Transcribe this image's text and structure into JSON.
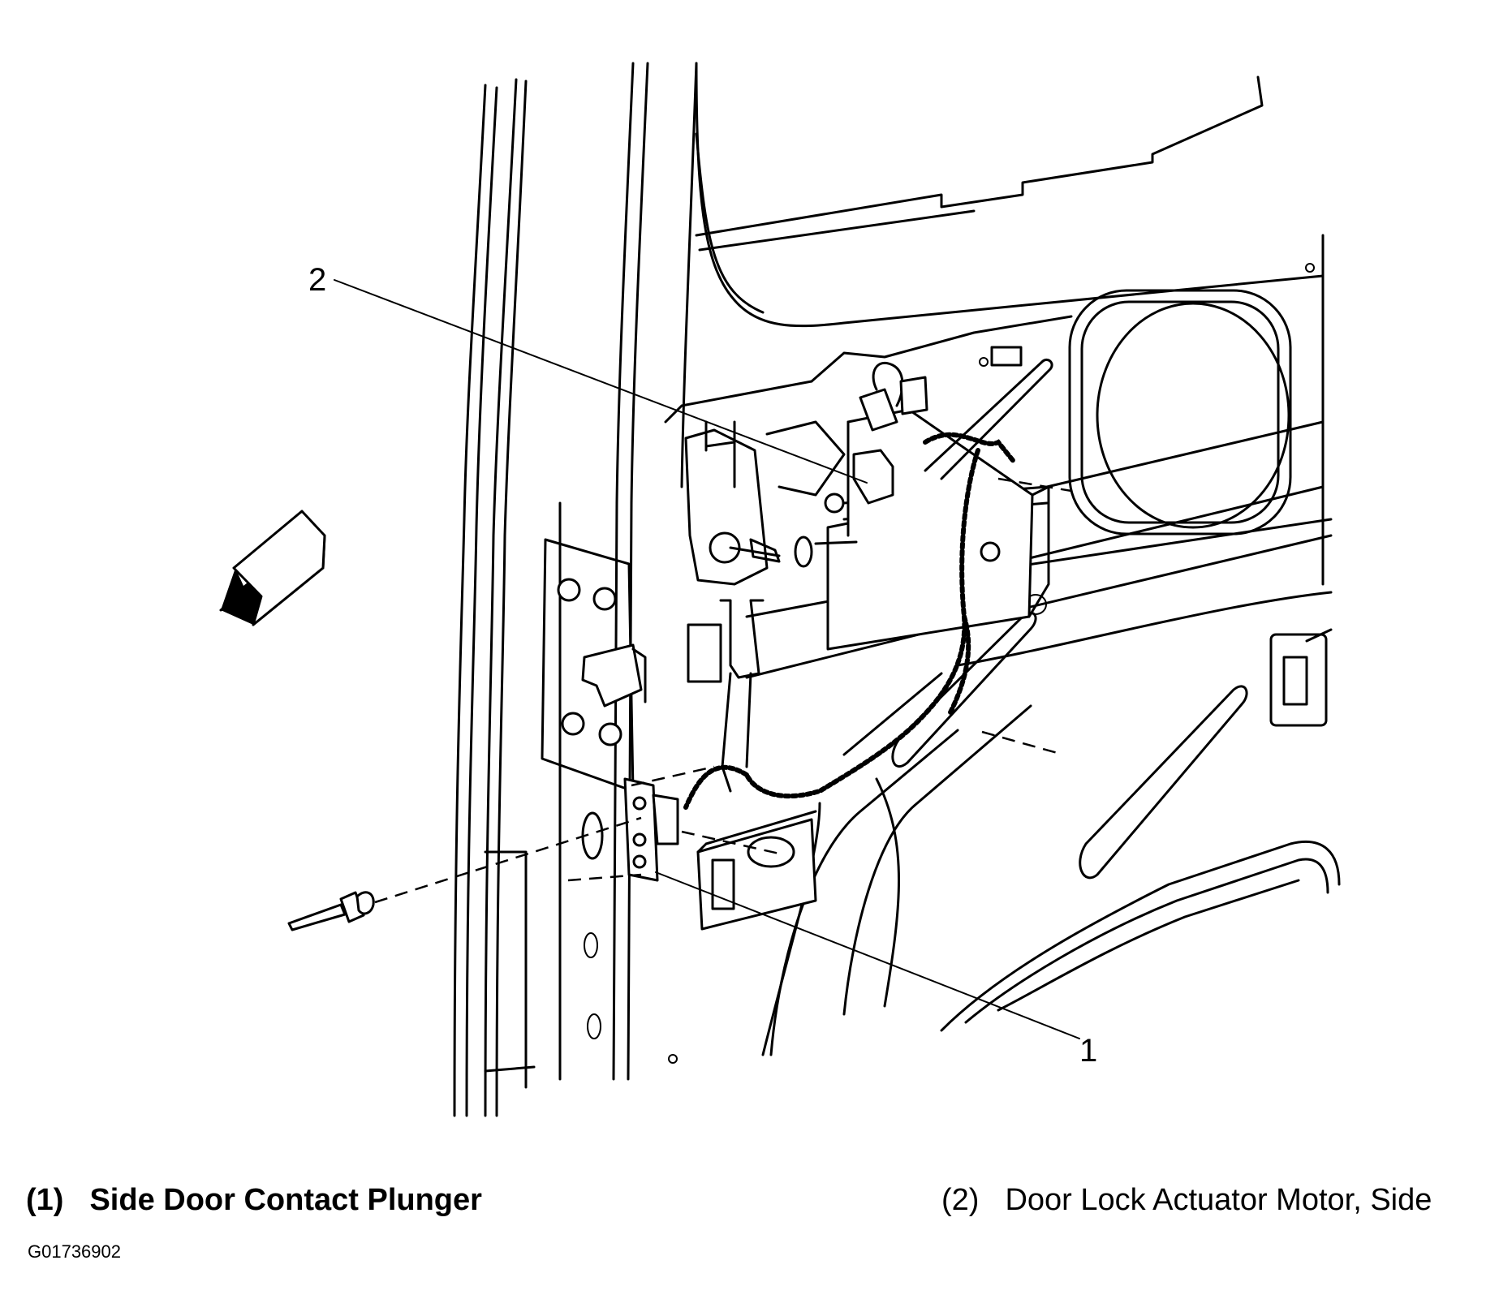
{
  "callouts": [
    {
      "number": "1",
      "label": "Side Door Contact Plunger"
    },
    {
      "number": "2",
      "label": "Door Lock Actuator Motor, Side"
    }
  ],
  "legend": {
    "item1_num": "(1)",
    "item1_label": "Side Door Contact Plunger",
    "item2_num": "(2)",
    "item2_label": "Door Lock Actuator Motor, Side"
  },
  "figure_id": "G01736902"
}
